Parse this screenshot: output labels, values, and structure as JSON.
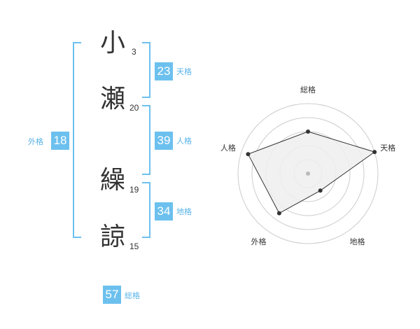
{
  "name": {
    "chars": [
      {
        "char": "小",
        "strokes": "3"
      },
      {
        "char": "瀬",
        "strokes": "20"
      },
      {
        "char": "繰",
        "strokes": "19"
      },
      {
        "char": "諒",
        "strokes": "15"
      }
    ]
  },
  "fortunes": {
    "tenkaku": {
      "label": "天格",
      "value": "23"
    },
    "jinkaku": {
      "label": "人格",
      "value": "39"
    },
    "chikaku": {
      "label": "地格",
      "value": "34"
    },
    "gaikaku": {
      "label": "外格",
      "value": "18"
    },
    "soukaku": {
      "label": "総格",
      "value": "57"
    }
  },
  "radar": {
    "axes": [
      "総格",
      "天格",
      "地格",
      "外格",
      "人格"
    ],
    "levels": 5,
    "scores": [
      3,
      5,
      1.5,
      3.5,
      4.5
    ],
    "fill_color": "#eeeeee",
    "line_color": "#333333",
    "ring_color": "#cccccc"
  },
  "colors": {
    "accent": "#6cc0ee",
    "text": "#333333"
  }
}
